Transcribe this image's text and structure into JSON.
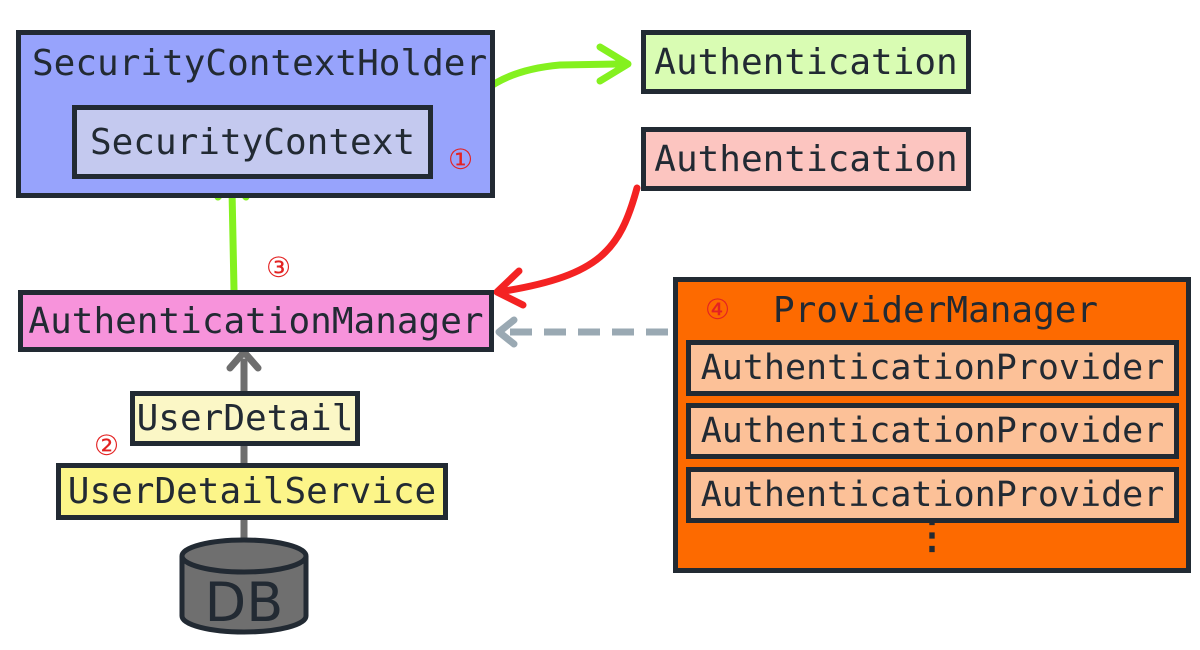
{
  "colors": {
    "holder": "#97a3fc",
    "context": "#c4c9ef",
    "auth_green": "#d9fcb3",
    "auth_red": "#fcc5c0",
    "auth_manager": "#f793db",
    "user_detail": "#fbf7c6",
    "user_detail_service": "#fcf589",
    "provider_manager": "#fd6a00",
    "provider": "#fcc198",
    "db": "#6f6f6f",
    "arrow_green": "#84f11f",
    "arrow_red": "#f42222",
    "arrow_gray": "#6e6e6e",
    "arrow_dashed": "#9aa9b3",
    "step_marker": "#e32222",
    "border": "#222a33"
  },
  "nodes": {
    "security_context_holder": "SecurityContextHolder",
    "security_context": "SecurityContext",
    "authentication_result": "Authentication",
    "authentication_request": "Authentication",
    "authentication_manager": "AuthenticationManager",
    "user_detail": "UserDetail",
    "user_detail_service": "UserDetailService",
    "database": "DB",
    "provider_manager": "ProviderManager",
    "authentication_providers": [
      "AuthenticationProvider",
      "AuthenticationProvider",
      "AuthenticationProvider"
    ],
    "more_providers": "⋮"
  },
  "steps": {
    "step1": "①",
    "step2": "②",
    "step3": "③",
    "step4": "④"
  }
}
